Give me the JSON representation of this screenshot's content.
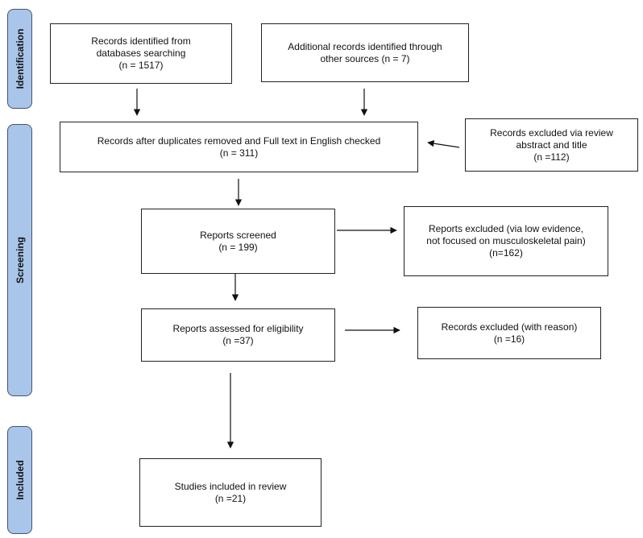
{
  "phases": {
    "identification": "Identification",
    "screening": "Screening",
    "included": "Included"
  },
  "boxes": {
    "databases": [
      "Records identified from",
      "databases searching",
      "(n = 1517)"
    ],
    "other_sources": [
      "Additional records identified through",
      "other sources (n = 7)"
    ],
    "after_duplicates": [
      "Records after duplicates removed and Full text in English checked",
      "(n = 311)"
    ],
    "excluded_abstract": [
      "Records excluded via review",
      "abstract and title",
      "(n =112)"
    ],
    "screened": [
      "Reports screened",
      "(n = 199)"
    ],
    "excluded_low_evidence": [
      "Reports excluded (via low evidence,",
      "not focused on musculoskeletal pain)",
      "(n=162)"
    ],
    "eligibility": [
      "Reports assessed for eligibility",
      "(n =37)"
    ],
    "excluded_reason": [
      "Records excluded (with reason)",
      "(n =16)"
    ],
    "included": [
      "Studies included in review",
      "(n =21)"
    ]
  }
}
